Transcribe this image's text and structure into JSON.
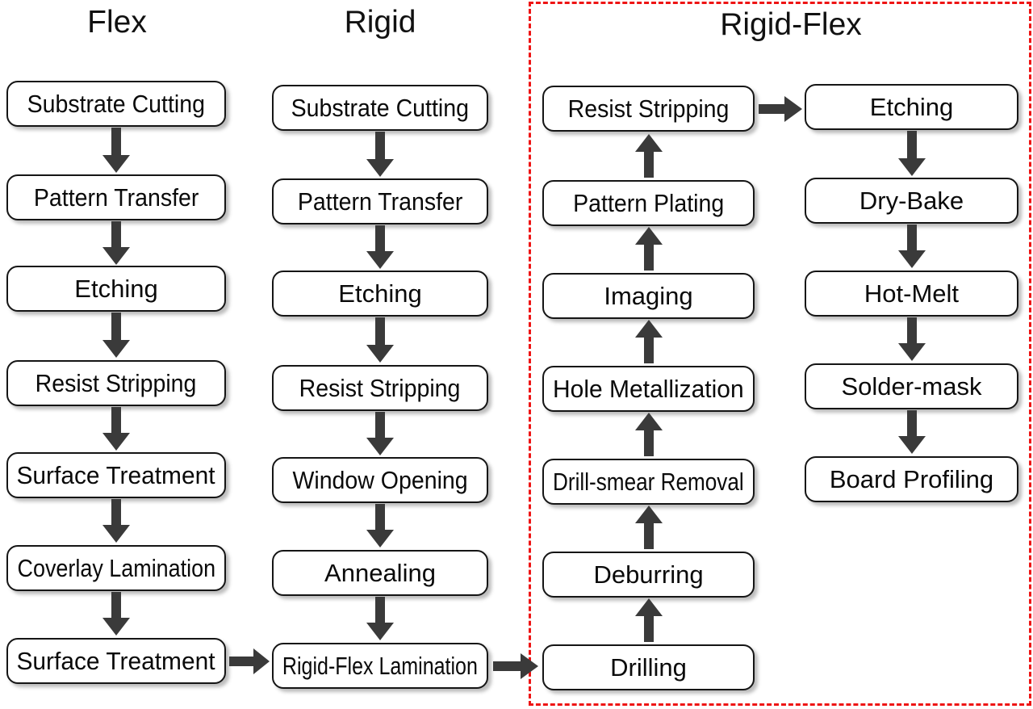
{
  "diagram": {
    "title_flex": "Flex",
    "title_rigid": "Rigid",
    "title_rigid_flex": "Rigid-Flex",
    "accent_red": "#ee1414",
    "node_border": "#151515",
    "arrow_color": "#3a3a3a"
  },
  "columns": {
    "flex": {
      "header": "Flex",
      "steps": [
        "Substrate Cutting",
        "Pattern Transfer",
        "Etching",
        "Resist Stripping",
        "Surface Treatment",
        "Coverlay Lamination",
        "Surface Treatment"
      ]
    },
    "rigid": {
      "header": "Rigid",
      "steps": [
        "Substrate Cutting",
        "Pattern Transfer",
        "Etching",
        "Resist Stripping",
        "Window Opening",
        "Annealing",
        "Rigid-Flex Lamination"
      ]
    },
    "rigid_flex_left": {
      "header": "Rigid-Flex",
      "steps": [
        "Resist Stripping",
        "Pattern Plating",
        "Imaging",
        "Hole Metallization",
        "Drill-smear Removal",
        "Deburring",
        "Drilling"
      ]
    },
    "rigid_flex_right": {
      "steps": [
        "Etching",
        "Dry-Bake",
        "Hot-Melt",
        "Solder-mask",
        "Board Profiling"
      ]
    }
  },
  "connectors": {
    "flex_down": "arrow-down",
    "rigid_down": "arrow-down",
    "rigid_flex_left_up": "arrow-up",
    "rigid_flex_right_down": "arrow-down",
    "flex_to_rigid": "arrow-right",
    "rigid_to_rigid_flex": "arrow-right",
    "left_to_right_branch": "arrow-right"
  }
}
